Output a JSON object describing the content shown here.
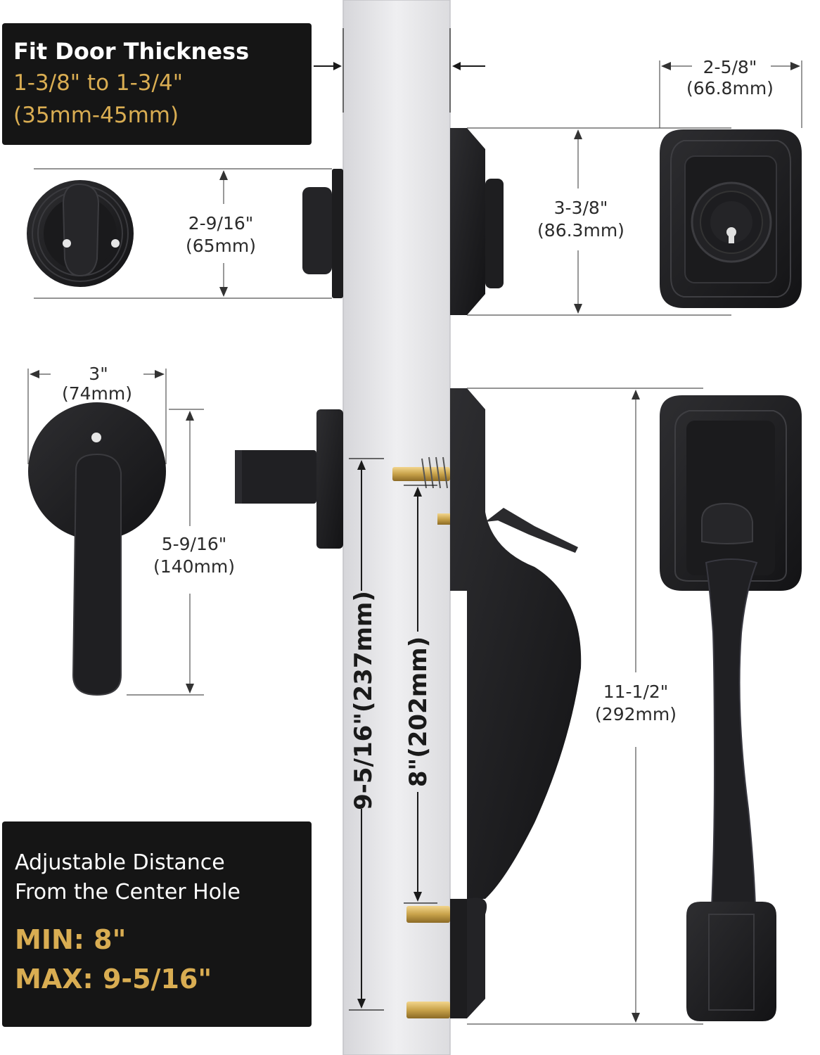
{
  "thickness_panel": {
    "title": "Fit Door Thickness",
    "range_in": "1-3/8\" to 1-3/4\"",
    "range_mm": "(35mm-45mm)"
  },
  "distance_panel": {
    "line1": "Adjustable Distance",
    "line2": "From the Center Hole",
    "min": "MIN: 8\"",
    "max": "MAX: 9-5/16\""
  },
  "dimensions": {
    "deadbolt_width": {
      "inch": "2-5/8\"",
      "mm": "(66.8mm)"
    },
    "deadbolt_height": {
      "inch": "3-3/8\"",
      "mm": "(86.3mm)"
    },
    "thumbturn_diameter": {
      "inch": "2-9/16\"",
      "mm": "(65mm)"
    },
    "rosette_diameter": {
      "inch": "3\"",
      "mm": "(74mm)"
    },
    "lever_height": {
      "inch": "5-9/16\"",
      "mm": "(140mm)"
    },
    "handle_height": {
      "inch": "11-1/2\"",
      "mm": "(292mm)"
    },
    "max_distance": "9-5/16\"(237mm)",
    "min_distance": "8\"(202mm)"
  },
  "colors": {
    "hardware": "#1c1c1e",
    "door": "#e6e6e9",
    "brass": "#c8a24a",
    "panel": "#151515",
    "gold_text": "#d9ad52"
  }
}
